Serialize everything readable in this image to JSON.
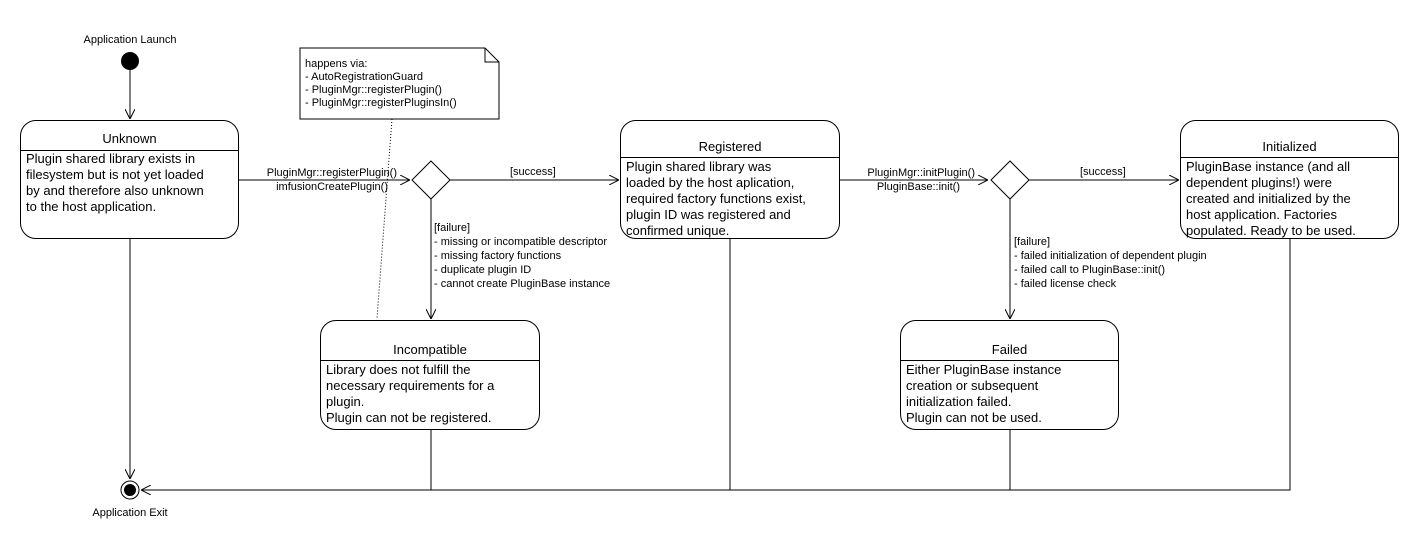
{
  "start": {
    "label": "Application Launch"
  },
  "end": {
    "label": "Application Exit"
  },
  "note": {
    "lines": "happens via:\n- AutoRegistrationGuard\n- PluginMgr::registerPlugin()\n- PluginMgr::registerPluginsIn()"
  },
  "states": {
    "unknown": {
      "title": "Unknown",
      "body": "Plugin shared library exists in\nfilesystem but is not yet loaded\nby and therefore also unknown\nto the host application."
    },
    "registered": {
      "title": "Registered",
      "body": "Plugin shared library was\nloaded by the host aplication,\nrequired factory functions exist,\nplugin ID was registered and\nconfirmed unique."
    },
    "initialized": {
      "title": "Initialized",
      "body": "PluginBase instance (and all\ndependent plugins!) were\ncreated and initialized by the\nhost application. Factories\npopulated. Ready to be used."
    },
    "incompatible": {
      "title": "Incompatible",
      "body": "Library does not fulfill the\nnecessary requirements for a\nplugin.\nPlugin can not be registered."
    },
    "failed": {
      "title": "Failed",
      "body": "Either PluginBase instance\ncreation or subsequent\ninitialization failed.\nPlugin can not be used."
    }
  },
  "transitions": {
    "register_call": "PluginMgr::registerPlugin()",
    "register_create": "imfusionCreatePlugin()",
    "register_success": "[success]",
    "register_failure": "[failure]\n- missing or incompatible descriptor\n- missing factory functions\n- duplicate plugin ID\n- cannot create PluginBase instance",
    "init_call": "PluginMgr::initPlugin()",
    "init_base": "PluginBase::init()",
    "init_success": "[success]",
    "init_failure": "[failure]\n- failed initialization of dependent plugin\n- failed call to PluginBase::init()\n- failed license check"
  }
}
